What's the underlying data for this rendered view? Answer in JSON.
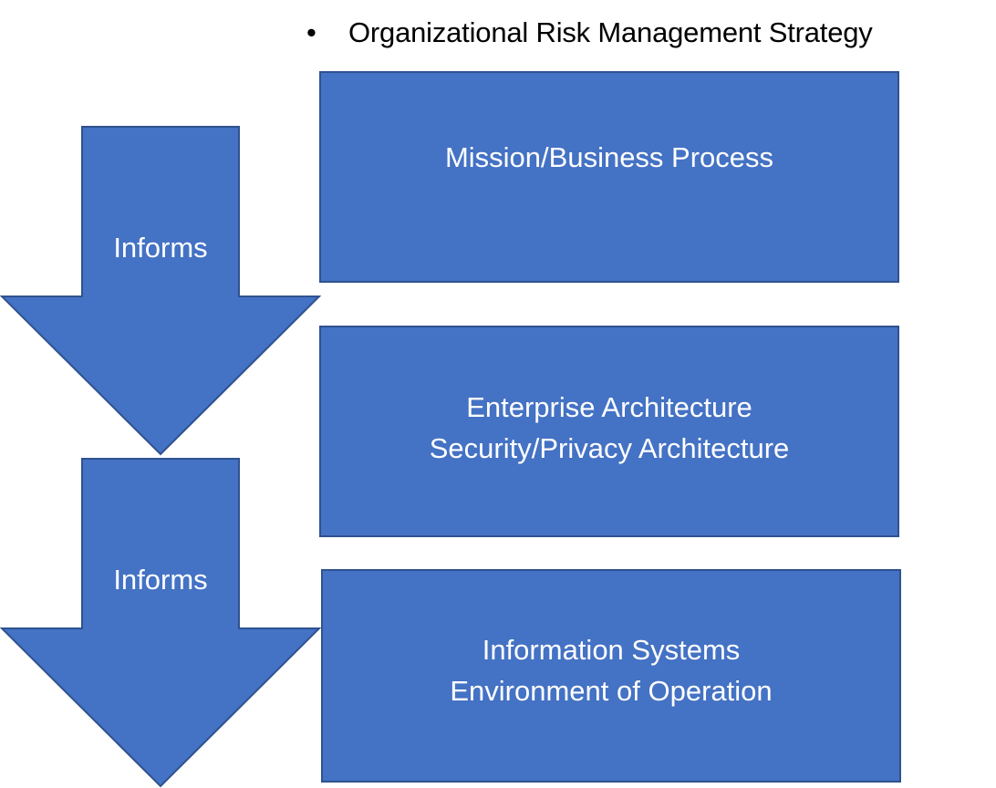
{
  "header": {
    "bullet": "•",
    "title": "Organizational Risk Management Strategy"
  },
  "arrows": [
    {
      "label": "Informs"
    },
    {
      "label": "Informs"
    }
  ],
  "boxes": [
    {
      "lines": [
        "Mission/Business Process"
      ]
    },
    {
      "lines": [
        "Enterprise Architecture",
        "Security/Privacy Architecture"
      ]
    },
    {
      "lines": [
        "Information Systems",
        "Environment of Operation"
      ]
    }
  ],
  "colors": {
    "fill": "#4472c4",
    "stroke": "#2f528f",
    "text_on_fill": "#ffffff"
  }
}
